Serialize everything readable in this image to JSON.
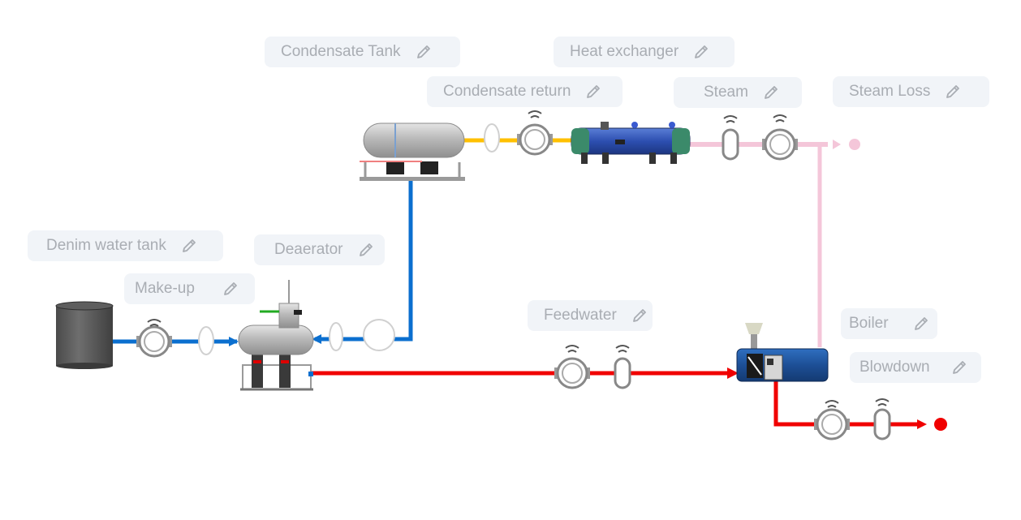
{
  "labels": {
    "condensate_tank": "Condensate Tank",
    "heat_exchanger": "Heat exchanger",
    "condensate_return": "Condensate return",
    "steam": "Steam",
    "steam_loss": "Steam Loss",
    "denim_water_tank": "Denim water tank",
    "deaerator": "Deaerator",
    "make_up": "Make-up",
    "feedwater": "Feedwater",
    "boiler": "Boiler",
    "blowdown": "Blowdown"
  },
  "icons": {
    "edit": "pencil-icon",
    "meter": "flow-meter-icon",
    "sensor": "wireless-sensor-icon"
  },
  "colors": {
    "cold_water": "#0b6fcf",
    "feedwater": "#f00000",
    "condensate": "#ffc000",
    "steam": "#f4c6d9",
    "label_bg": "#f1f4f8",
    "label_text": "#a9adb3"
  }
}
